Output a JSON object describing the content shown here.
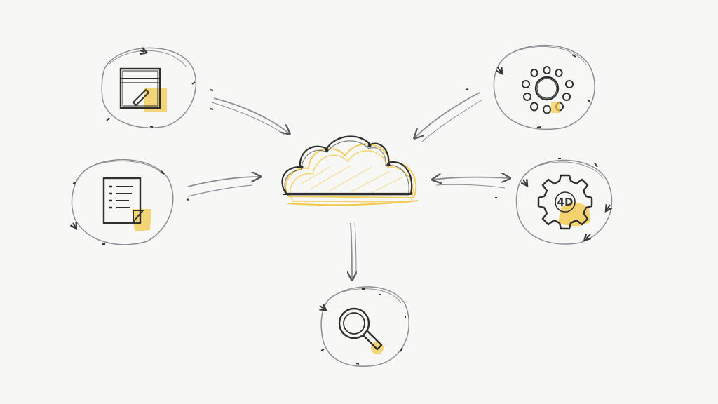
{
  "diagram": {
    "center": {
      "icon": "cloud-icon"
    },
    "nodes": [
      {
        "id": "editor",
        "icon": "edit-document-icon",
        "highlight": "#f2c94c"
      },
      {
        "id": "list",
        "icon": "checklist-document-icon",
        "highlight": "#f2c94c"
      },
      {
        "id": "sun",
        "icon": "sun-icon"
      },
      {
        "id": "gear",
        "icon": "gear-icon",
        "label": "4D",
        "highlight": "#f2c94c"
      },
      {
        "id": "search",
        "icon": "magnifier-icon",
        "highlight": "#f2c94c"
      }
    ],
    "edges": [
      {
        "from": "editor",
        "to": "cloud",
        "direction": "to-center"
      },
      {
        "from": "list",
        "to": "cloud",
        "direction": "to-center"
      },
      {
        "from": "sun",
        "to": "cloud",
        "direction": "to-center"
      },
      {
        "from": "gear",
        "to": "cloud",
        "direction": "bidirectional"
      },
      {
        "from": "cloud",
        "to": "search",
        "direction": "from-center"
      }
    ],
    "colors": {
      "ink": "#2f2f2f",
      "pencil": "#8d8d94",
      "accent": "#f2c94c"
    }
  }
}
